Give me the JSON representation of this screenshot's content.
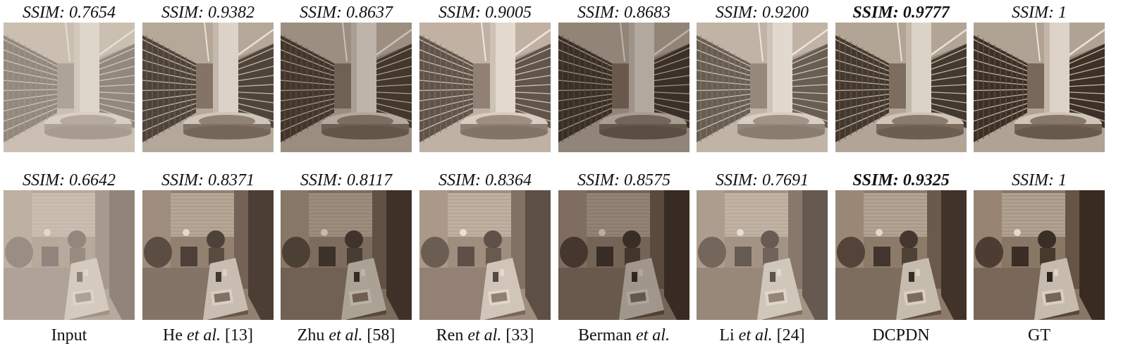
{
  "rows": [
    {
      "scene": "library",
      "scores": [
        {
          "label": "SSIM:",
          "value": "0.7654",
          "bold": false
        },
        {
          "label": "SSIM:",
          "value": "0.9382",
          "bold": false
        },
        {
          "label": "SSIM:",
          "value": "0.8637",
          "bold": false
        },
        {
          "label": "SSIM:",
          "value": "0.9005",
          "bold": false
        },
        {
          "label": "SSIM:",
          "value": "0.8683",
          "bold": false
        },
        {
          "label": "SSIM:",
          "value": "0.9200",
          "bold": false
        },
        {
          "label": "SSIM:",
          "value": "0.9777",
          "bold": true
        },
        {
          "label": "SSIM:",
          "value": "1",
          "bold": false
        }
      ]
    },
    {
      "scene": "room",
      "scores": [
        {
          "label": "SSIM:",
          "value": "0.6642",
          "bold": false
        },
        {
          "label": "SSIM:",
          "value": "0.8371",
          "bold": false
        },
        {
          "label": "SSIM:",
          "value": "0.8117",
          "bold": false
        },
        {
          "label": "SSIM:",
          "value": "0.8364",
          "bold": false
        },
        {
          "label": "SSIM:",
          "value": "0.8575",
          "bold": false
        },
        {
          "label": "SSIM:",
          "value": "0.7691",
          "bold": false
        },
        {
          "label": "SSIM:",
          "value": "0.9325",
          "bold": true
        },
        {
          "label": "SSIM:",
          "value": "1",
          "bold": false
        }
      ]
    }
  ],
  "captions": [
    {
      "pre": "Input",
      "it": "",
      "post": ""
    },
    {
      "pre": "He ",
      "it": "et al.",
      "post": " [13]"
    },
    {
      "pre": "Zhu ",
      "it": "et al.",
      "post": " [58]"
    },
    {
      "pre": "Ren ",
      "it": "et al.",
      "post": " [33]"
    },
    {
      "pre": "Berman ",
      "it": "et al.",
      "post": ""
    },
    {
      "pre": "Li ",
      "it": "et al.",
      "post": " [24]"
    },
    {
      "pre": "DCPDN",
      "it": "",
      "post": ""
    },
    {
      "pre": "GT",
      "it": "",
      "post": ""
    }
  ],
  "variants": [
    {
      "haze": 0.55,
      "dark": 0.0
    },
    {
      "haze": 0.12,
      "dark": 0.05
    },
    {
      "haze": 0.05,
      "dark": 0.22
    },
    {
      "haze": 0.22,
      "dark": 0.0
    },
    {
      "haze": 0.02,
      "dark": 0.28
    },
    {
      "haze": 0.28,
      "dark": 0.0
    },
    {
      "haze": 0.05,
      "dark": 0.05
    },
    {
      "haze": 0.0,
      "dark": 0.05
    }
  ],
  "palette": {
    "sepia_base": "#8a7765",
    "sepia_light": "#e8e0d6",
    "sepia_dark": "#2a2018",
    "haze": "#d9cfc4"
  }
}
